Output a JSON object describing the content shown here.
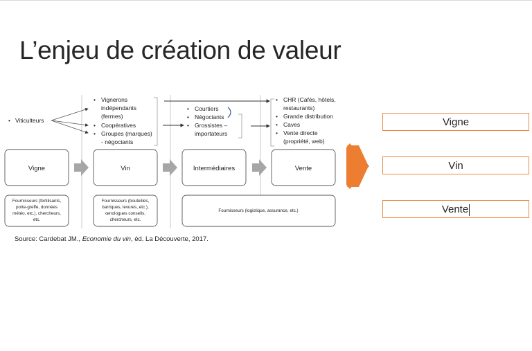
{
  "slide": {
    "title": "L’enjeu de création de valeur",
    "source_prefix": "Source: Cardebat JM., ",
    "source_italic": "Economie du vin",
    "source_suffix": ", éd. La Découverte, 2017."
  },
  "diagram": {
    "viticulteurs": "Viticulteurs",
    "vin_actors": [
      [
        "Vignerons",
        "indépendants",
        "(fermes)"
      ],
      [
        "Coopératives"
      ],
      [
        "Groupes (marques)",
        "- négociants"
      ]
    ],
    "intermediaries": [
      [
        "Courtiers"
      ],
      [
        "Négociants"
      ],
      [
        "Grossistes –",
        "importateurs"
      ]
    ],
    "sales": [
      [
        "CHR (Cafés, hôtels,",
        "restaurants)"
      ],
      [
        "Grande distribution"
      ],
      [
        "Caves"
      ],
      [
        "Vente directe",
        "(propriété, web)"
      ]
    ],
    "stages": [
      "Vigne",
      "Vin",
      "Intermédiaires",
      "Vente"
    ],
    "suppliers": [
      [
        "Fournisseurs (fertilisants,",
        "porte-greffe, données",
        "météo, etc.), chercheurs,",
        "etc."
      ],
      [
        "Fournisseurs (bouteilles,",
        "barriques, levures, etc.),",
        "œnologues conseils,",
        "chercheurs, etc."
      ],
      [
        "Fournisseurs (logistique, assurance, etc.)"
      ]
    ]
  },
  "right_boxes": [
    "Vigne",
    "Vin",
    "Vente"
  ],
  "colors": {
    "accent": "#ed7d31",
    "box_border": "#e8893f",
    "stage_arrow": "#a6a6a6"
  }
}
